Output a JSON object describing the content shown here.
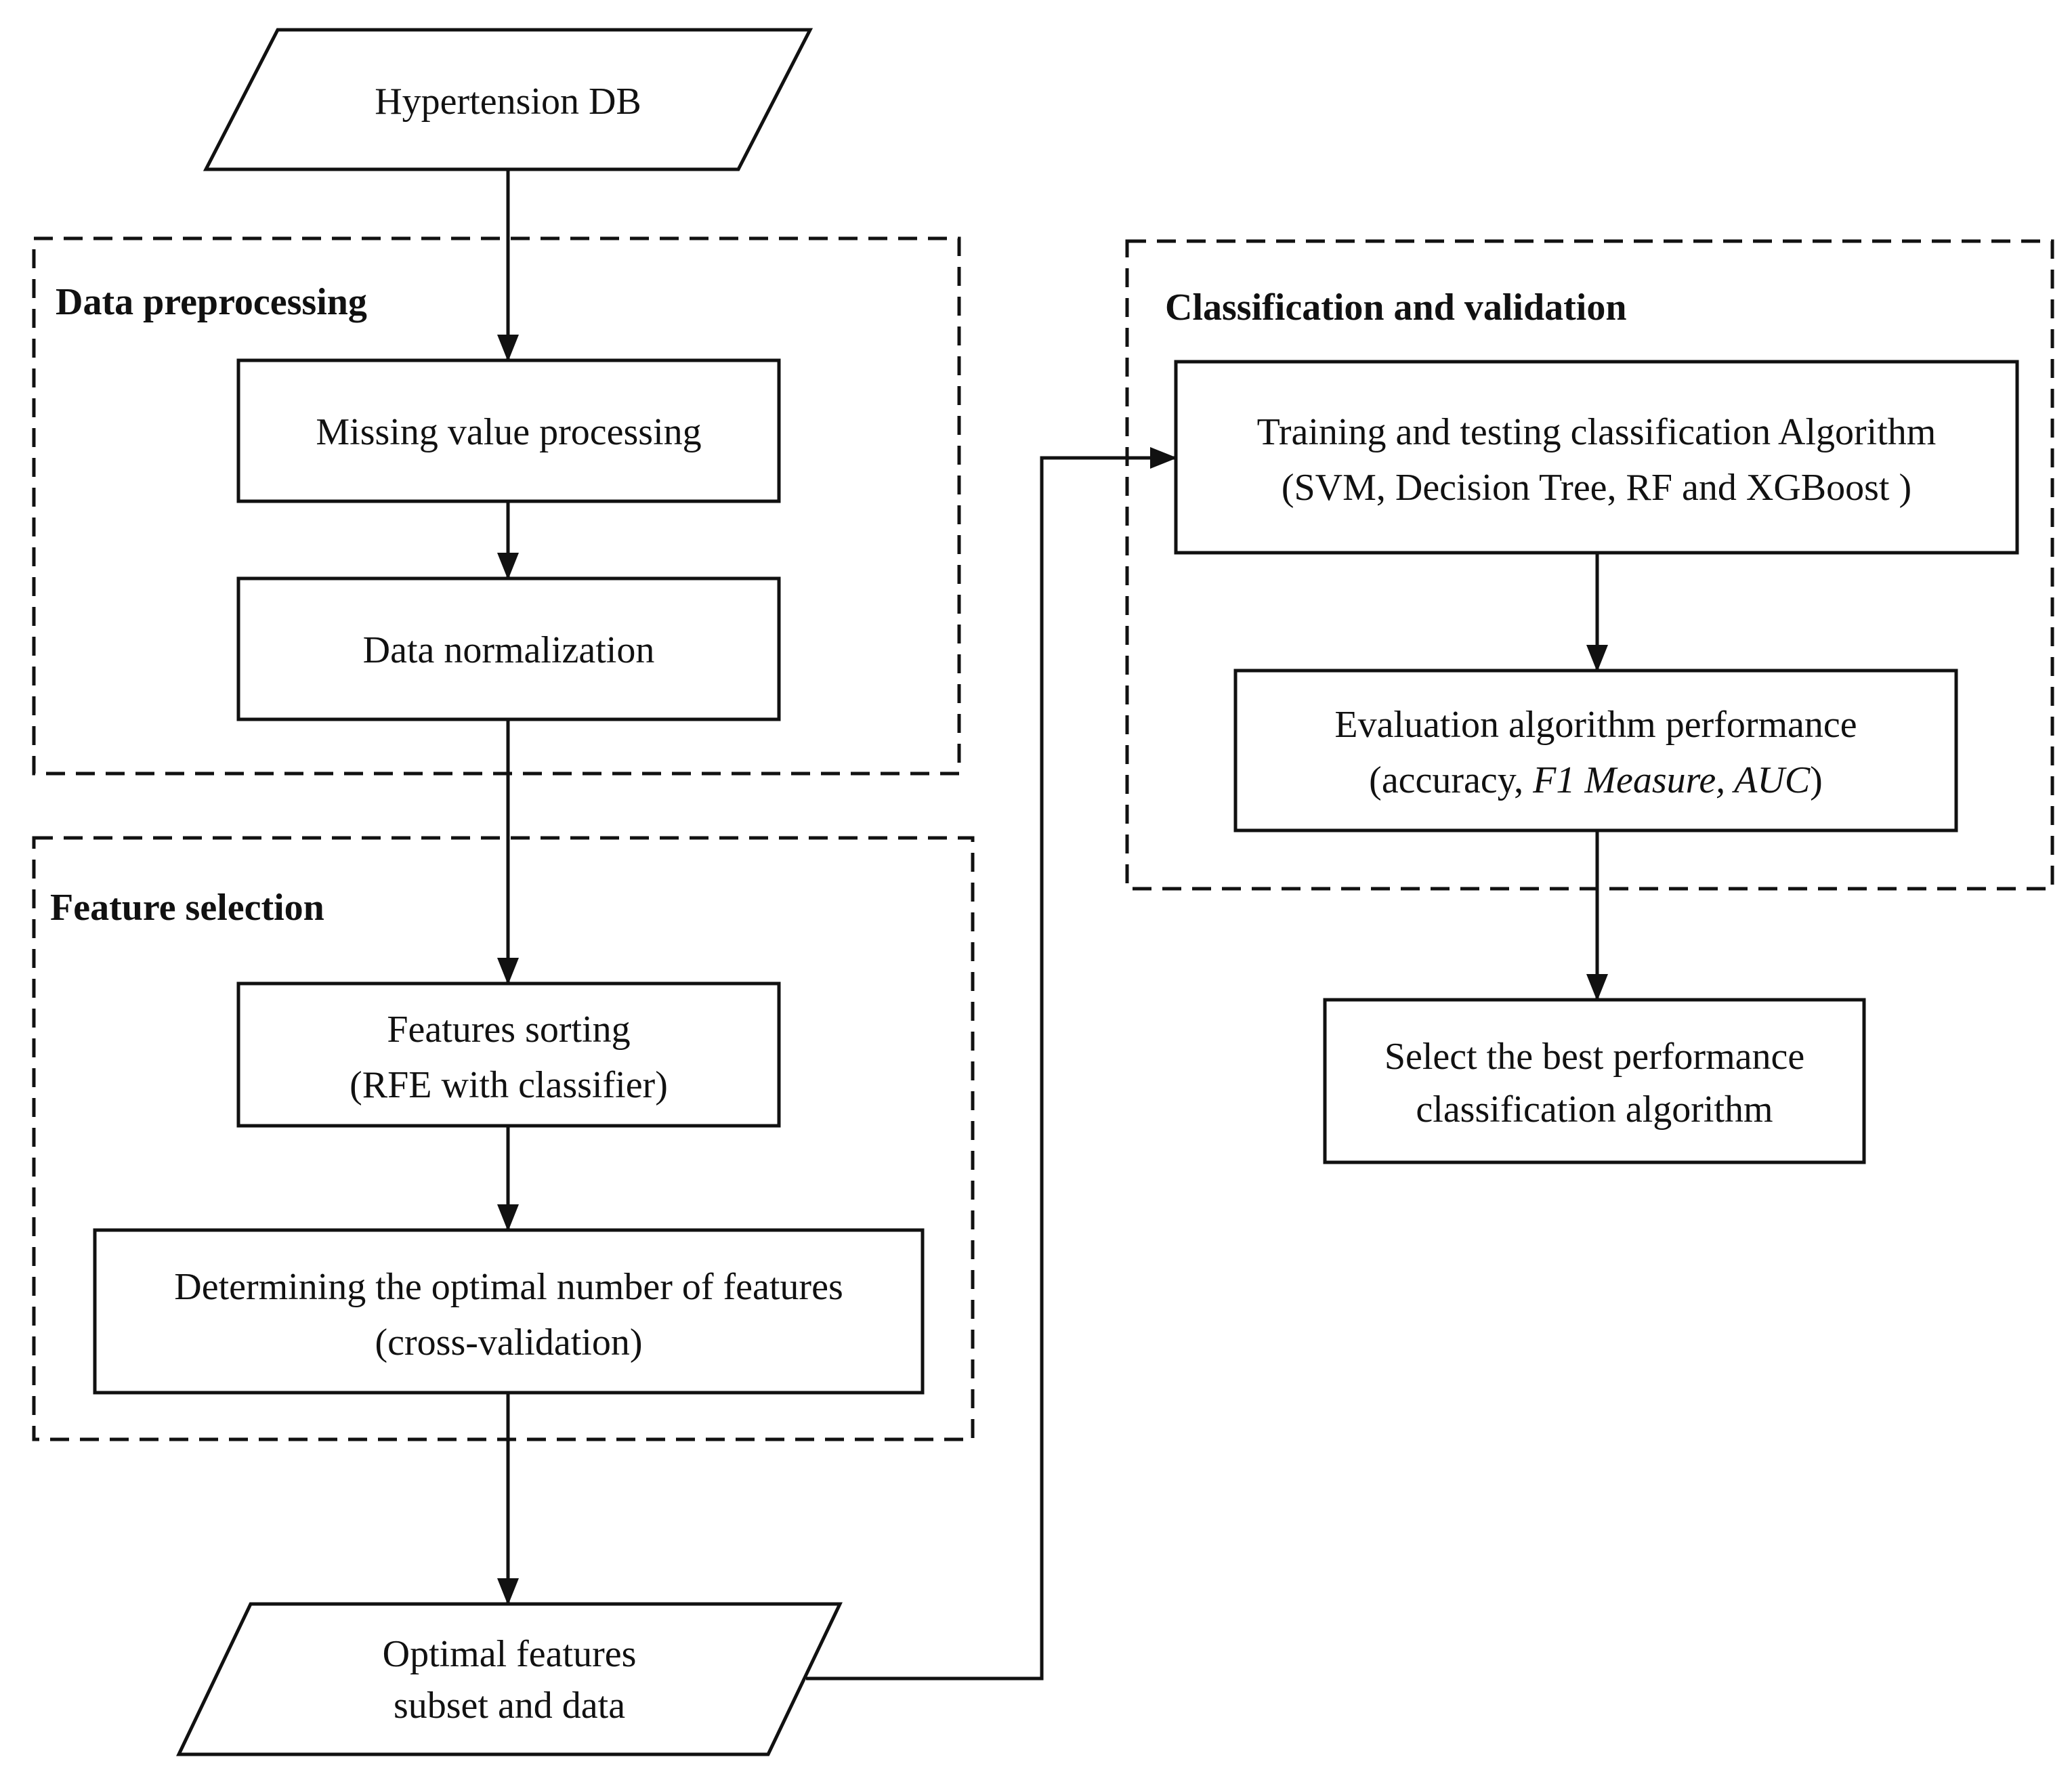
{
  "groups": {
    "preprocessing": {
      "title": "Data preprocessing"
    },
    "feature_selection": {
      "title": "Feature selection"
    },
    "classification": {
      "title": "Classification and validation"
    }
  },
  "nodes": {
    "input_db": {
      "label": "Hypertension DB"
    },
    "missing_value": {
      "label": "Missing value processing"
    },
    "normalization": {
      "label": "Data normalization"
    },
    "features_sorting": {
      "line1": "Features sorting",
      "line2": "(RFE with classifier)"
    },
    "optimal_number": {
      "line1": "Determining the optimal number of features",
      "line2": "(cross-validation)"
    },
    "optimal_subset": {
      "line1": "Optimal features",
      "line2": "subset and data"
    },
    "training_testing": {
      "line1": "Training and testing classification Algorithm",
      "line2": "(SVM, Decision Tree, RF and XGBoost )"
    },
    "evaluation": {
      "line1": "Evaluation algorithm performance",
      "line2_open": "(accuracy, ",
      "line2_metrics": "F1 Measure, AUC",
      "line2_close": ")"
    },
    "select_best": {
      "line1": "Select the best performance",
      "line2": "classification algorithm"
    }
  },
  "edges": [
    [
      "input_db",
      "missing_value"
    ],
    [
      "missing_value",
      "normalization"
    ],
    [
      "normalization",
      "features_sorting"
    ],
    [
      "features_sorting",
      "optimal_number"
    ],
    [
      "optimal_number",
      "optimal_subset"
    ],
    [
      "optimal_subset",
      "training_testing"
    ],
    [
      "training_testing",
      "evaluation"
    ],
    [
      "evaluation",
      "select_best"
    ]
  ]
}
